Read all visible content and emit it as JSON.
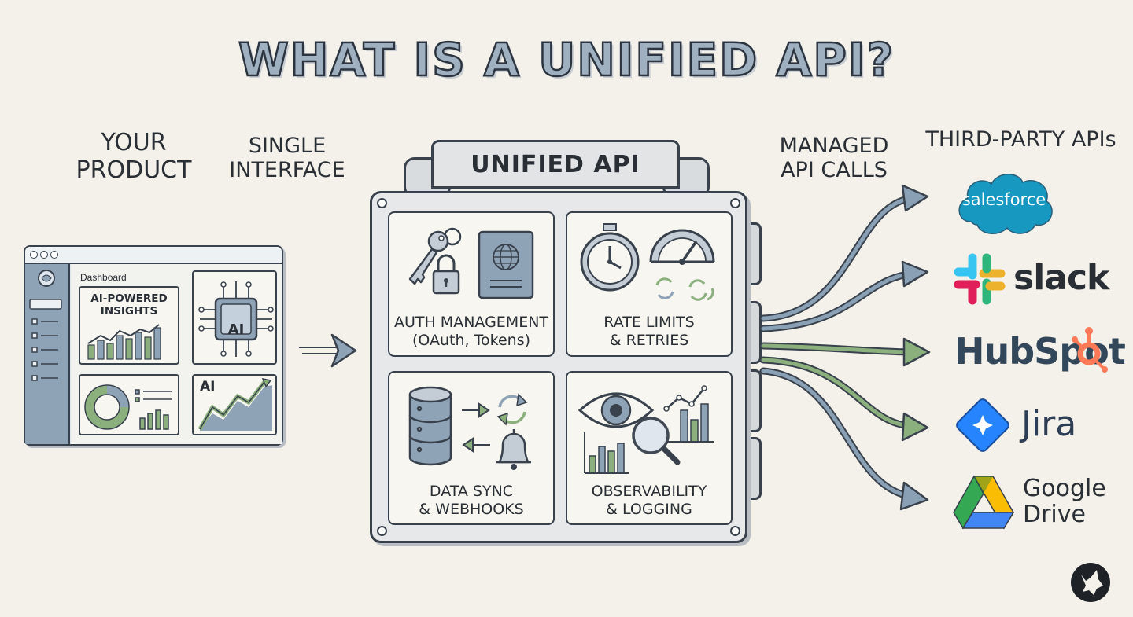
{
  "title": "WHAT IS A UNIFIED API?",
  "captions": {
    "your_product": [
      "YOUR",
      "PRODUCT"
    ],
    "single_interface": [
      "SINGLE",
      "INTERFACE"
    ],
    "managed_calls": [
      "MANAGED",
      "API CALLS"
    ],
    "third_party": "THIRD-PARTY APIs"
  },
  "product_window": {
    "dashboard_label": "Dashboard",
    "insights_title": [
      "AI-POWERED",
      "INSIGHTS"
    ],
    "chip_label": "AI",
    "trend_label": "AI"
  },
  "unified_api": {
    "header": "UNIFIED API",
    "modules": [
      {
        "label": [
          "AUTH MANAGEMENT",
          "(OAuth, Tokens)"
        ],
        "icons": [
          "key-icon",
          "lock-icon",
          "passport-icon"
        ]
      },
      {
        "label": [
          "RATE LIMITS",
          "& RETRIES"
        ],
        "icons": [
          "stopwatch-icon",
          "gauge-icon",
          "retry-icon"
        ]
      },
      {
        "label": [
          "DATA SYNC",
          "& WEBHOOKS"
        ],
        "icons": [
          "database-icon",
          "sync-icon",
          "bell-icon"
        ]
      },
      {
        "label": [
          "OBSERVABILITY",
          "& LOGGING"
        ],
        "icons": [
          "eye-icon",
          "magnifier-icon",
          "chart-icon"
        ]
      }
    ]
  },
  "third_party_apis": [
    {
      "name": "salesforce",
      "color": "#1798c1"
    },
    {
      "name": "slack",
      "color": "#2a2f36"
    },
    {
      "name": "HubSpot",
      "color": "#ff7a59"
    },
    {
      "name": "Jira",
      "color": "#2684ff"
    },
    {
      "name": "Google Drive",
      "lines": [
        "Google",
        "Drive"
      ],
      "color": "#34a853"
    }
  ],
  "colors": {
    "background": "#f3f1ea",
    "outline": "#38414c",
    "arrow_blue": "#8aa0b5",
    "arrow_green": "#8bb07e"
  }
}
